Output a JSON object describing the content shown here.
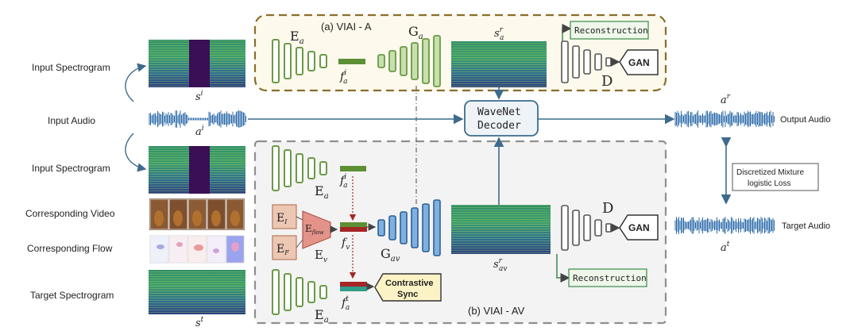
{
  "left_labels": {
    "input_spectrogram_top": "Input Spectrogram",
    "input_audio": "Input Audio",
    "input_spectrogram_bottom": "Input Spectrogram",
    "corresponding_video": "Corresponding Video",
    "corresponding_flow": "Corresponding Flow",
    "target_spectrogram": "Target Spectrogram"
  },
  "symbols": {
    "s_i": "s",
    "s_i_sup": "i",
    "a_i": "a",
    "a_i_sup": "i",
    "s_t": "s",
    "s_t_sup": "t",
    "E": "E",
    "a_sub": "a",
    "G": "G",
    "D": "D",
    "f": "f",
    "i_sup": "i",
    "t_sup": "t",
    "v_sub": "v",
    "av_sub": "av",
    "r_sup": "r",
    "I_sub": "I",
    "F_sub": "F",
    "flow_sub": "flow",
    "E_v_label": "E",
    "a_r": "a",
    "a_t": "a"
  },
  "panel_a": {
    "title": "(a) VIAI - A",
    "reconstruction": "Reconstruction",
    "gan": "GAN"
  },
  "panel_b": {
    "title": "(b) VIAI - AV",
    "reconstruction": "Reconstruction",
    "gan": "GAN",
    "contrastive_line1": "Contrastive",
    "contrastive_line2": "Sync"
  },
  "decoder": {
    "line1": "WaveNet",
    "line2": "Decoder"
  },
  "right": {
    "output_audio": "Output Audio",
    "target_audio": "Target Audio",
    "loss_line1": "Discretized Mixture",
    "loss_line2": "logistic Loss"
  },
  "colors": {
    "panel_a_border": "#8b6d2a",
    "panel_a_fill": "#fdf9ec",
    "panel_b_border": "#8f8f8f",
    "panel_b_fill": "#f3f3f3",
    "encoder": "#6a9a47",
    "encoder_light": "#c8dbb5",
    "generator_a": "#a8cf86",
    "generator_av": "#4a86c5",
    "feature": "#5d8f34",
    "feature_red": "#a42626",
    "arrow": "#3d6b8c",
    "wave": "#2b6aa8",
    "flow_arrow": "#e4938a",
    "flow_box": "#ecc7b4"
  }
}
